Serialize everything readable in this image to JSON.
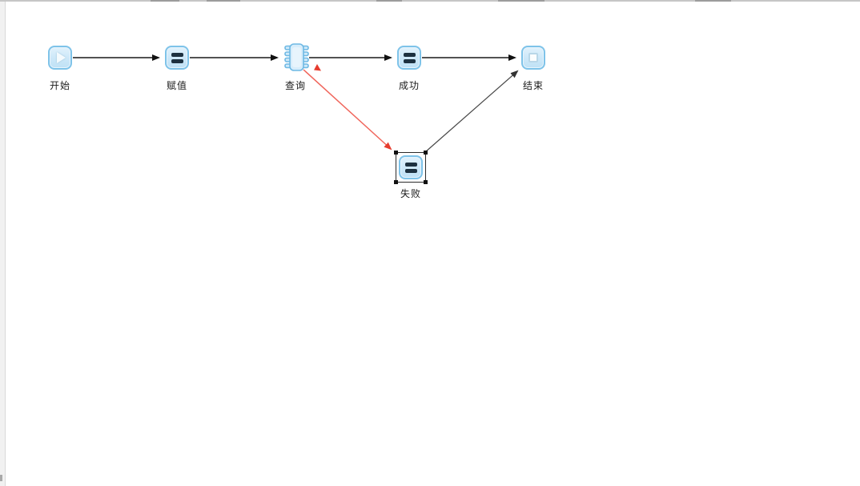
{
  "diagram": {
    "title": "workflow-canvas",
    "nodes": {
      "start": {
        "label": "开始",
        "type": "start",
        "icon": "play-icon"
      },
      "assign": {
        "label": "赋值",
        "type": "assignment",
        "icon": "equals-icon"
      },
      "query": {
        "label": "查询",
        "type": "query",
        "icon": "chip-icon"
      },
      "success": {
        "label": "成功",
        "type": "assignment",
        "icon": "equals-icon"
      },
      "end": {
        "label": "结束",
        "type": "end",
        "icon": "stop-icon"
      },
      "fail": {
        "label": "失败",
        "type": "assignment",
        "icon": "equals-icon",
        "selected": true
      }
    },
    "edges": [
      {
        "from": "start",
        "to": "assign",
        "color": "#1a1a1a"
      },
      {
        "from": "assign",
        "to": "query",
        "color": "#1a1a1a"
      },
      {
        "from": "query",
        "to": "success",
        "color": "#1a1a1a"
      },
      {
        "from": "success",
        "to": "end",
        "color": "#1a1a1a"
      },
      {
        "from": "query",
        "to": "fail",
        "color": "#f0665c"
      },
      {
        "from": "fail",
        "to": "end",
        "color": "#474747"
      }
    ],
    "colors": {
      "node_fill": "#cfe9f9",
      "node_border": "#7ec3e9",
      "icon_dark": "#1d3140",
      "edge_black": "#1a1a1a",
      "edge_red": "#f0665c",
      "edge_red_head": "#e63c2e",
      "edge_gray": "#474747",
      "selection": "#111111"
    }
  }
}
